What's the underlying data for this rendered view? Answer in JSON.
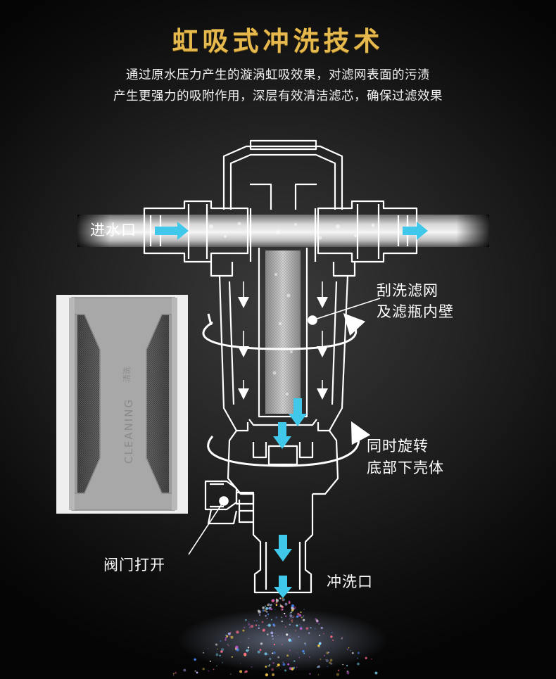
{
  "title": "虹吸式冲洗技术",
  "subtitle_lines": [
    "通过原水压力产生的漩涡虹吸效果，对滤网表面的污渍",
    "产生更强力的吸附作用，深层有效清洁滤芯，确保过滤效果"
  ],
  "labels": {
    "inlet": "进水口",
    "scrape_line1": "刮洗滤网",
    "scrape_line2": "及滤瓶内壁",
    "rotate_line1": "同时旋转",
    "rotate_line2": "底部下壳体",
    "valve": "阀门打开",
    "flush": "冲洗口"
  },
  "photo": {
    "engraved_text": "CLEANING",
    "engraved_small": "清洗"
  },
  "colors": {
    "title": "#e6b94e",
    "arrow": "#3fc8ea",
    "line": "#ffffff",
    "background": "#1e1e1e"
  }
}
